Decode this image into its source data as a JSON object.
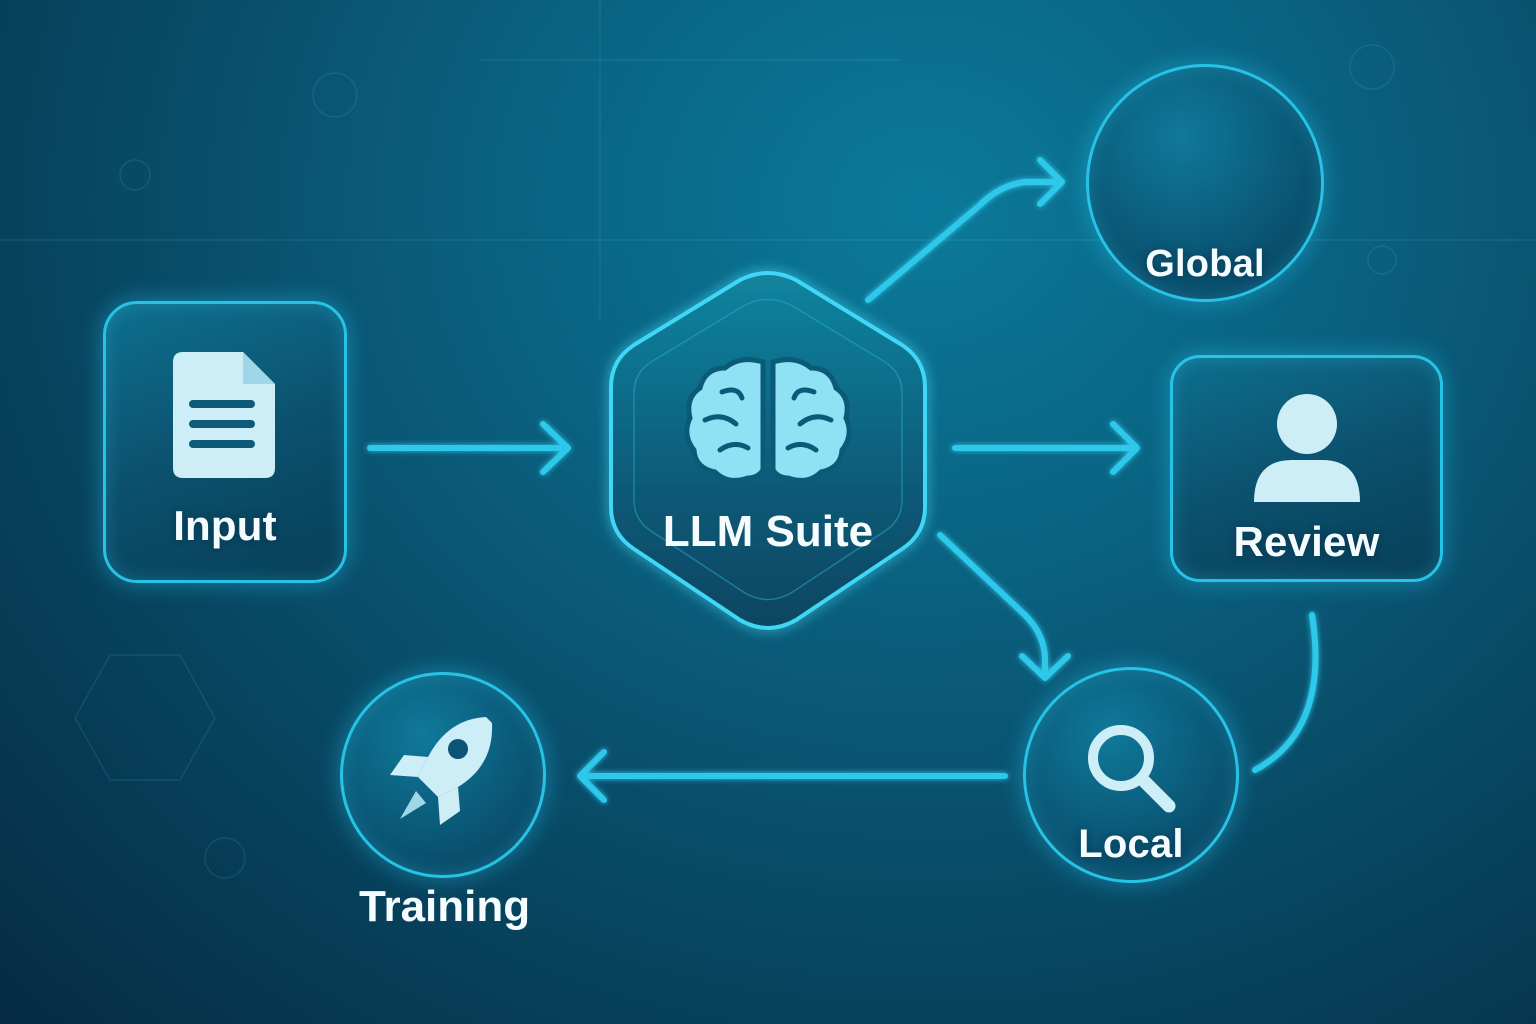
{
  "nodes": {
    "input": {
      "label": "Input",
      "icon": "document-icon"
    },
    "core": {
      "label": "LLM Suite",
      "icon": "brain-icon"
    },
    "global": {
      "label": "Global",
      "icon": "bar-chart-icon"
    },
    "review": {
      "label": "Review",
      "icon": "user-icon"
    },
    "local": {
      "label": "Local",
      "icon": "search-icon"
    },
    "training": {
      "label": "Training",
      "icon": "rocket-icon"
    }
  },
  "colors": {
    "accent": "#27c3e6",
    "glow": "#3fd6f5",
    "icon_fill": "#cdeef7",
    "background": "#0a5f7e"
  }
}
